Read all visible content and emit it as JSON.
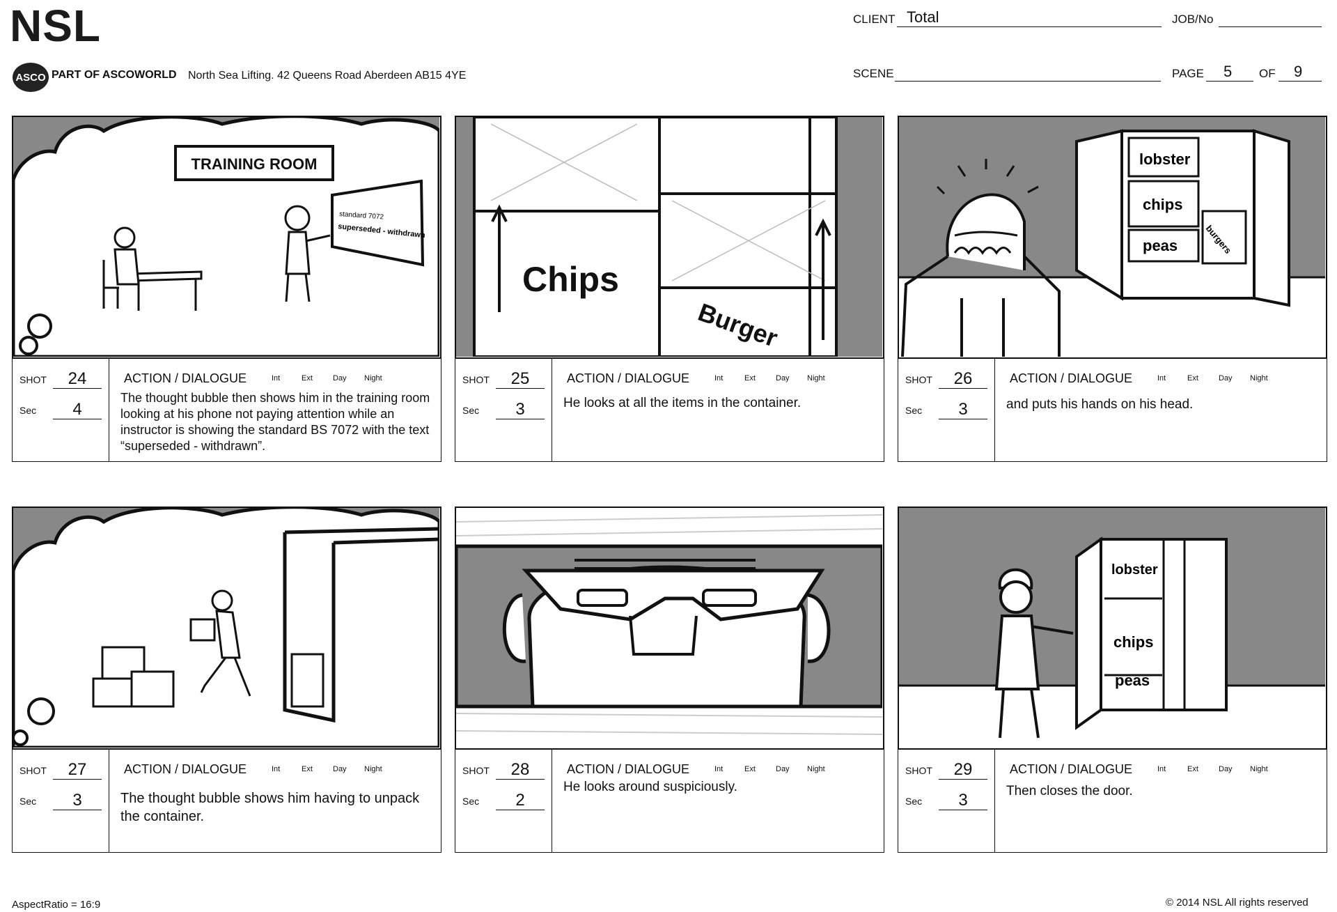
{
  "header": {
    "logo": "NSL",
    "badge": "ASCO",
    "part_of": "PART OF ASCOWORLD",
    "address": "North Sea Lifting. 42 Queens Road Aberdeen AB15 4YE",
    "client_label": "CLIENT",
    "client_value": "Total",
    "job_label": "JOB/No",
    "job_value": "",
    "scene_label": "SCENE",
    "scene_value": "",
    "page_label": "PAGE",
    "page_value": "5",
    "of_label": "OF",
    "of_value": "9"
  },
  "labels": {
    "shot": "SHOT",
    "sec": "Sec",
    "action": "ACTION / DIALOGUE",
    "int": "Int",
    "ext": "Ext",
    "day": "Day",
    "night": "Night"
  },
  "sketch_text": {
    "training_room": "TRAINING ROOM",
    "screen_line1": "standard 7072",
    "screen_line2": "superseded - withdrawn",
    "chips_big": "Chips",
    "burgers_big": "Burger",
    "lobster": "lobster",
    "chips": "chips",
    "peas": "peas",
    "burgers": "burgers"
  },
  "shots": [
    {
      "shot": "24",
      "sec": "4",
      "text": "The thought bubble then shows him in the training room looking at his phone not paying attention while an instructor is showing the standard BS 7072 with the text “superseded - withdrawn”."
    },
    {
      "shot": "25",
      "sec": "3",
      "text": "He looks at all the items in the container."
    },
    {
      "shot": "26",
      "sec": "3",
      "text": "and puts his hands on his head."
    },
    {
      "shot": "27",
      "sec": "3",
      "text": "The thought bubble shows him having to unpack the container."
    },
    {
      "shot": "28",
      "sec": "2",
      "text": "He looks around suspiciously."
    },
    {
      "shot": "29",
      "sec": "3",
      "text": "Then closes the door."
    }
  ],
  "footer": {
    "aspect": "AspectRatio = 16:9",
    "copyright": "© 2014 NSL All rights reserved"
  }
}
